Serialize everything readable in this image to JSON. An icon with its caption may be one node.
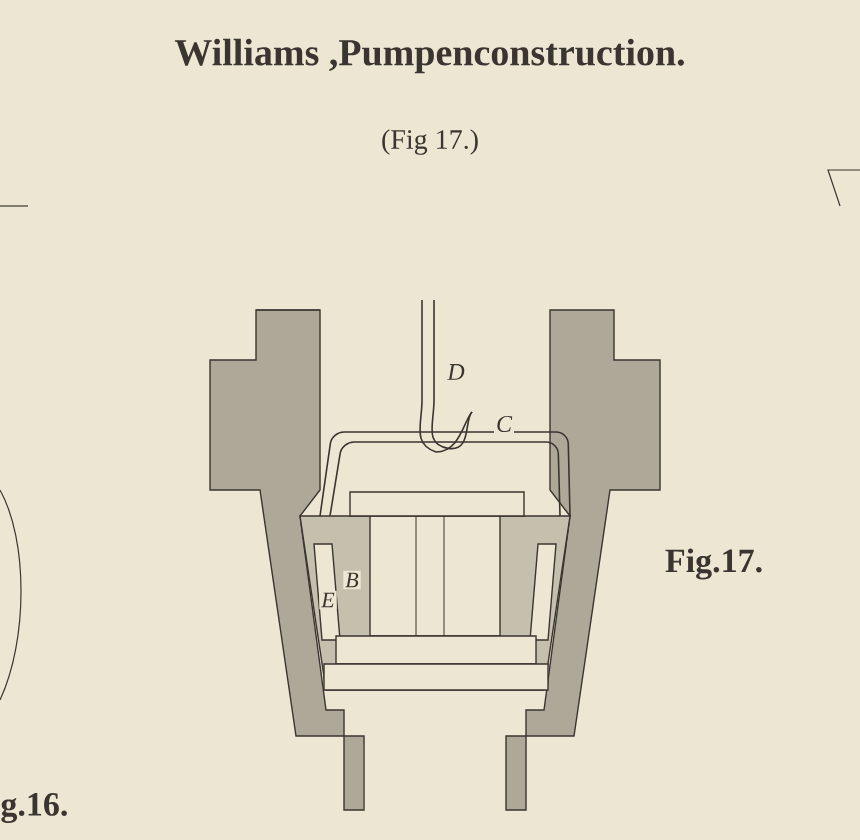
{
  "diagram": {
    "title": "Williams ,Pumpenconstruction.",
    "caption": "(Fig 17.)",
    "labels": [
      "D",
      "C",
      "E",
      "B",
      "Fig.17.",
      "g.16."
    ]
  }
}
